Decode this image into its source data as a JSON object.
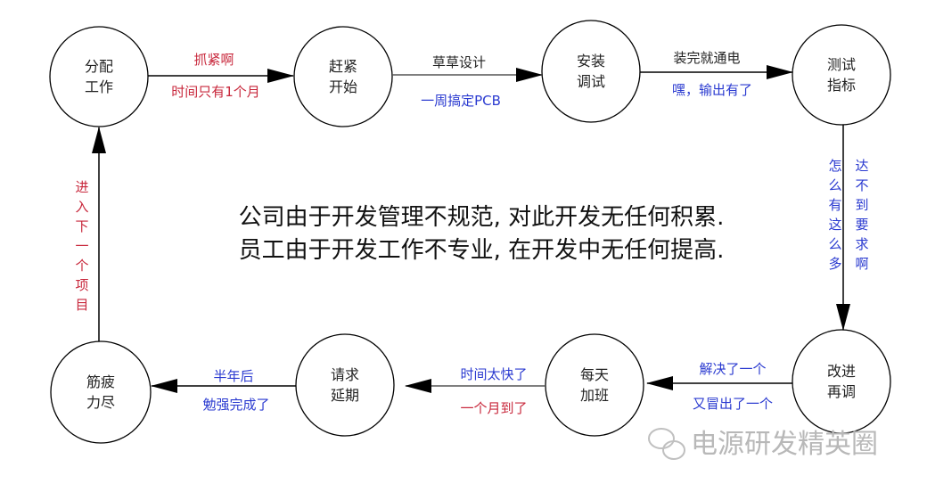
{
  "nodes": [
    {
      "line1": "分配",
      "line2": "工作"
    },
    {
      "line1": "赶紧",
      "line2": "开始"
    },
    {
      "line1": "安装",
      "line2": "调试"
    },
    {
      "line1": "测试",
      "line2": "指标"
    },
    {
      "line1": "改进",
      "line2": "再调"
    },
    {
      "line1": "每天",
      "line2": "加班"
    },
    {
      "line1": "请求",
      "line2": "延期"
    },
    {
      "line1": "筋疲",
      "line2": "力尽"
    }
  ],
  "edges": {
    "e1": {
      "top": "抓紧啊",
      "bottom": "时间只有1个月"
    },
    "e2": {
      "top": "草草设计",
      "bottom": "一周搞定PCB"
    },
    "e3": {
      "top": "装完就通电",
      "bottom": "嘿，输出有了"
    },
    "e4": {
      "left": [
        "怎",
        "么",
        "有",
        "这",
        "么",
        "多"
      ],
      "right": [
        "达",
        "不",
        "到",
        "要",
        "求",
        "啊"
      ]
    },
    "e5": {
      "top": "解决了一个",
      "bottom": "又冒出了一个"
    },
    "e6": {
      "top": "时间太快了",
      "bottom": "一个月到了"
    },
    "e7": {
      "top": "半年后",
      "bottom": "勉强完成了"
    },
    "e8": {
      "vertical": [
        "进",
        "入",
        "下",
        "一",
        "个",
        "项",
        "目"
      ]
    }
  },
  "center_text": {
    "line1": "公司由于开发管理不规范, 对此开发无任何积累.",
    "line2": "员工由于开发工作不专业, 在开发中无任何提高."
  },
  "watermark": "电源研发精英圈",
  "colors": {
    "red": "#c8283c",
    "blue": "#2a3ad0"
  }
}
